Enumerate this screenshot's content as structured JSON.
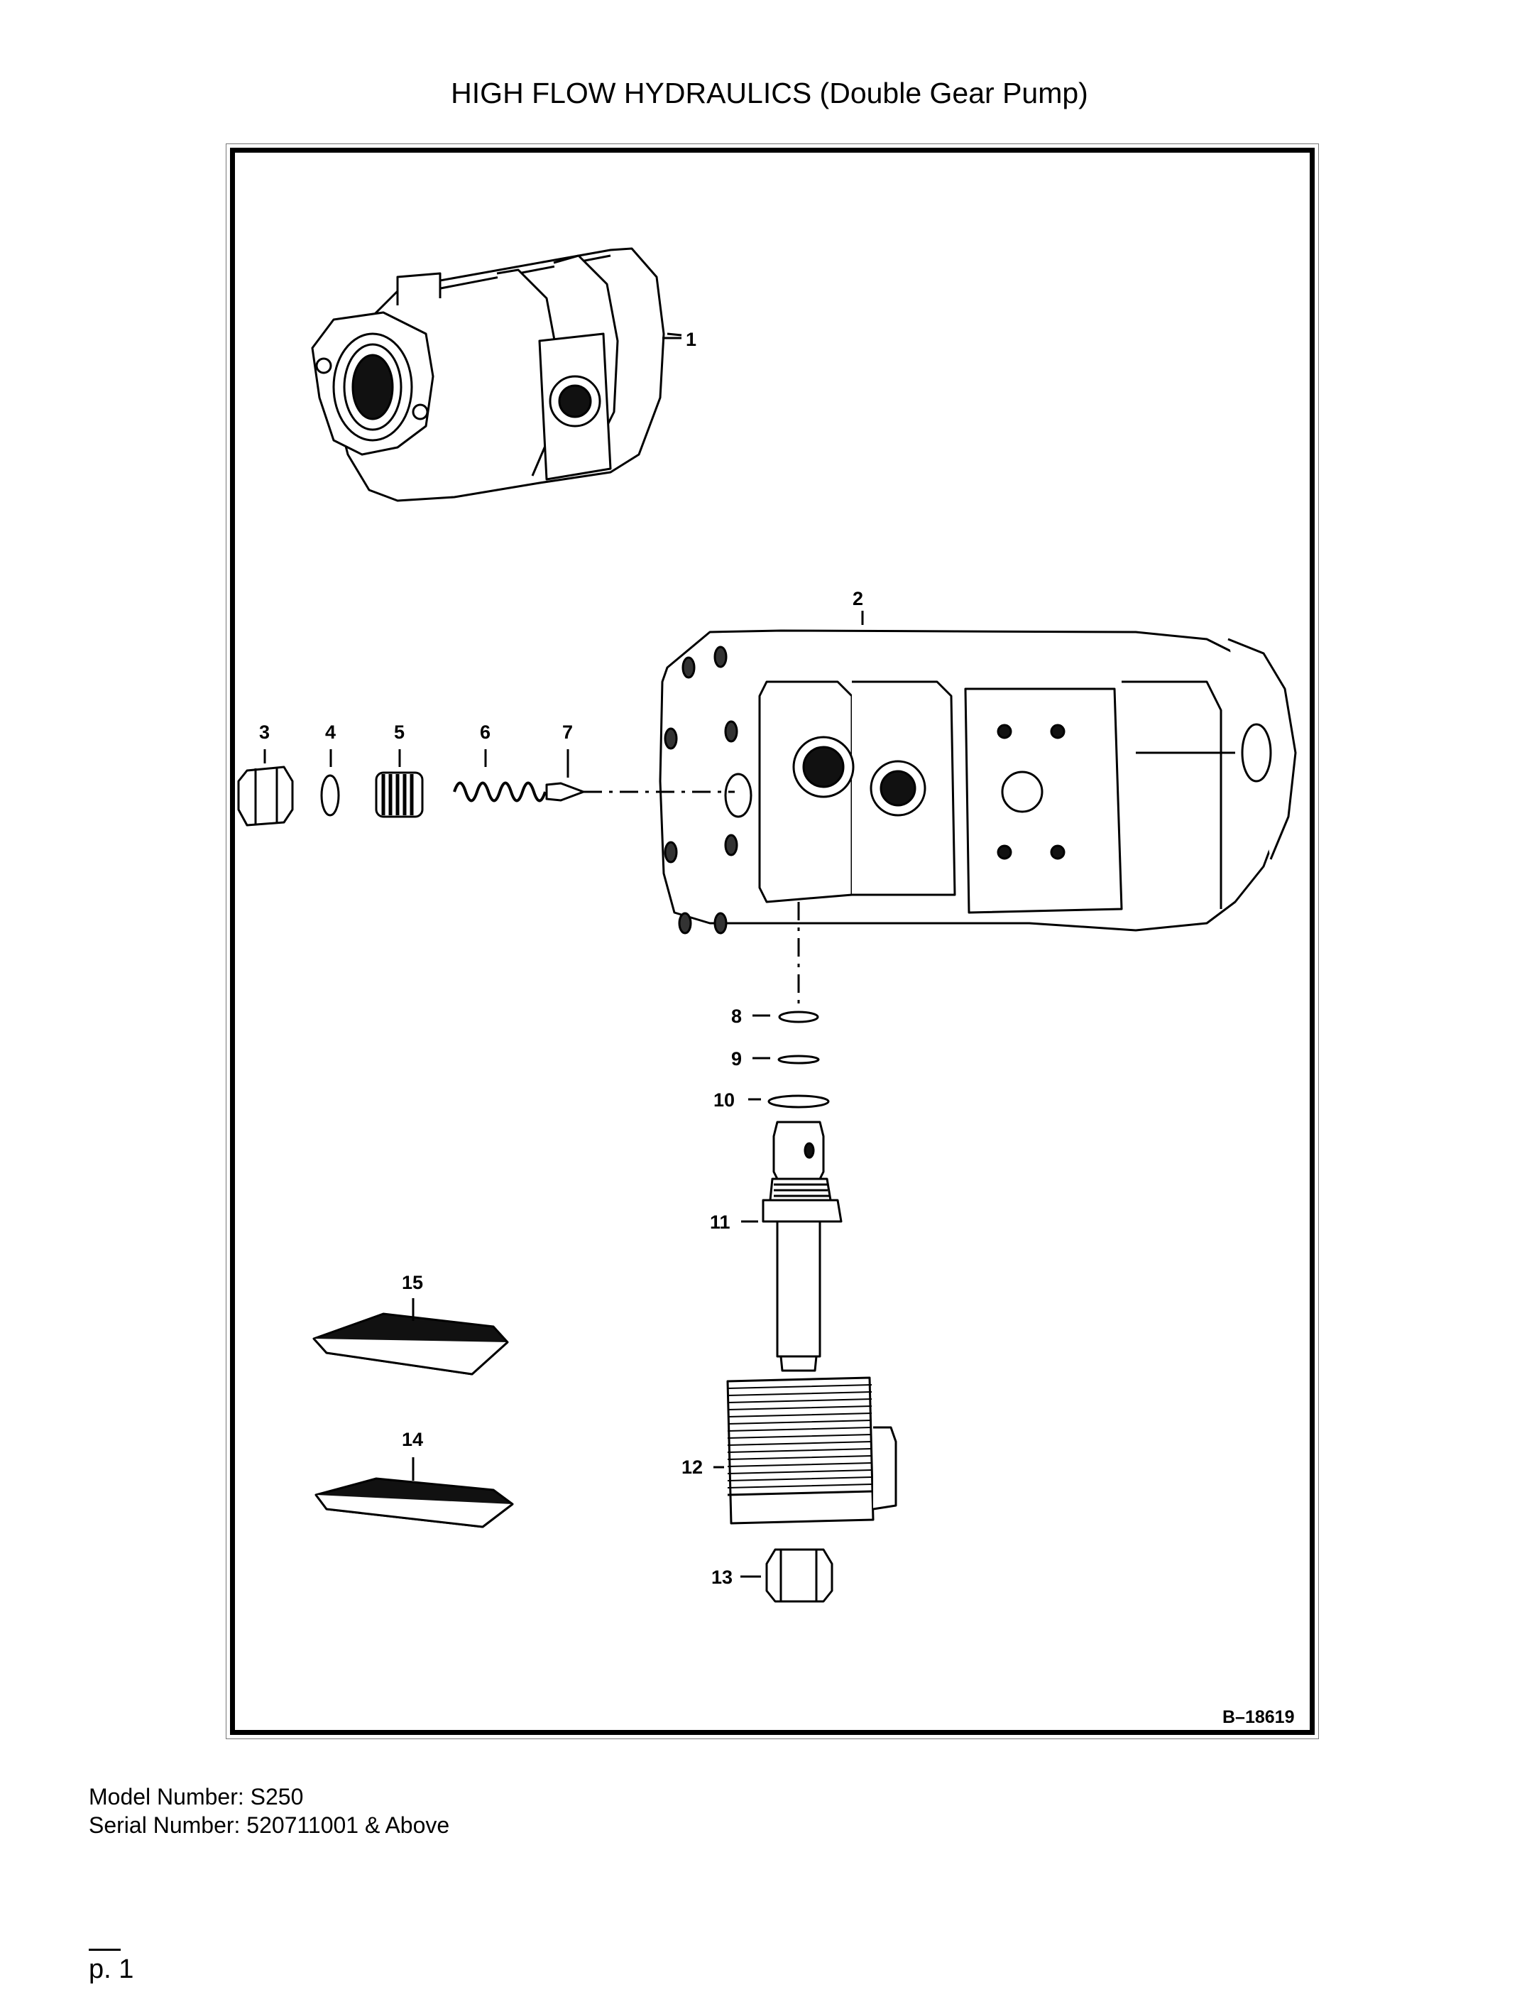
{
  "title": "HIGH FLOW HYDRAULICS (Double Gear Pump)",
  "diagram": {
    "drawing_code": "B–18619",
    "callouts": [
      "1",
      "2",
      "3",
      "4",
      "5",
      "6",
      "7",
      "8",
      "9",
      "10",
      "11",
      "12",
      "13",
      "14",
      "15"
    ]
  },
  "footer": {
    "model": "Model Number: S250",
    "serial": "Serial Number: 520711001 & Above",
    "page": "p. 1"
  }
}
